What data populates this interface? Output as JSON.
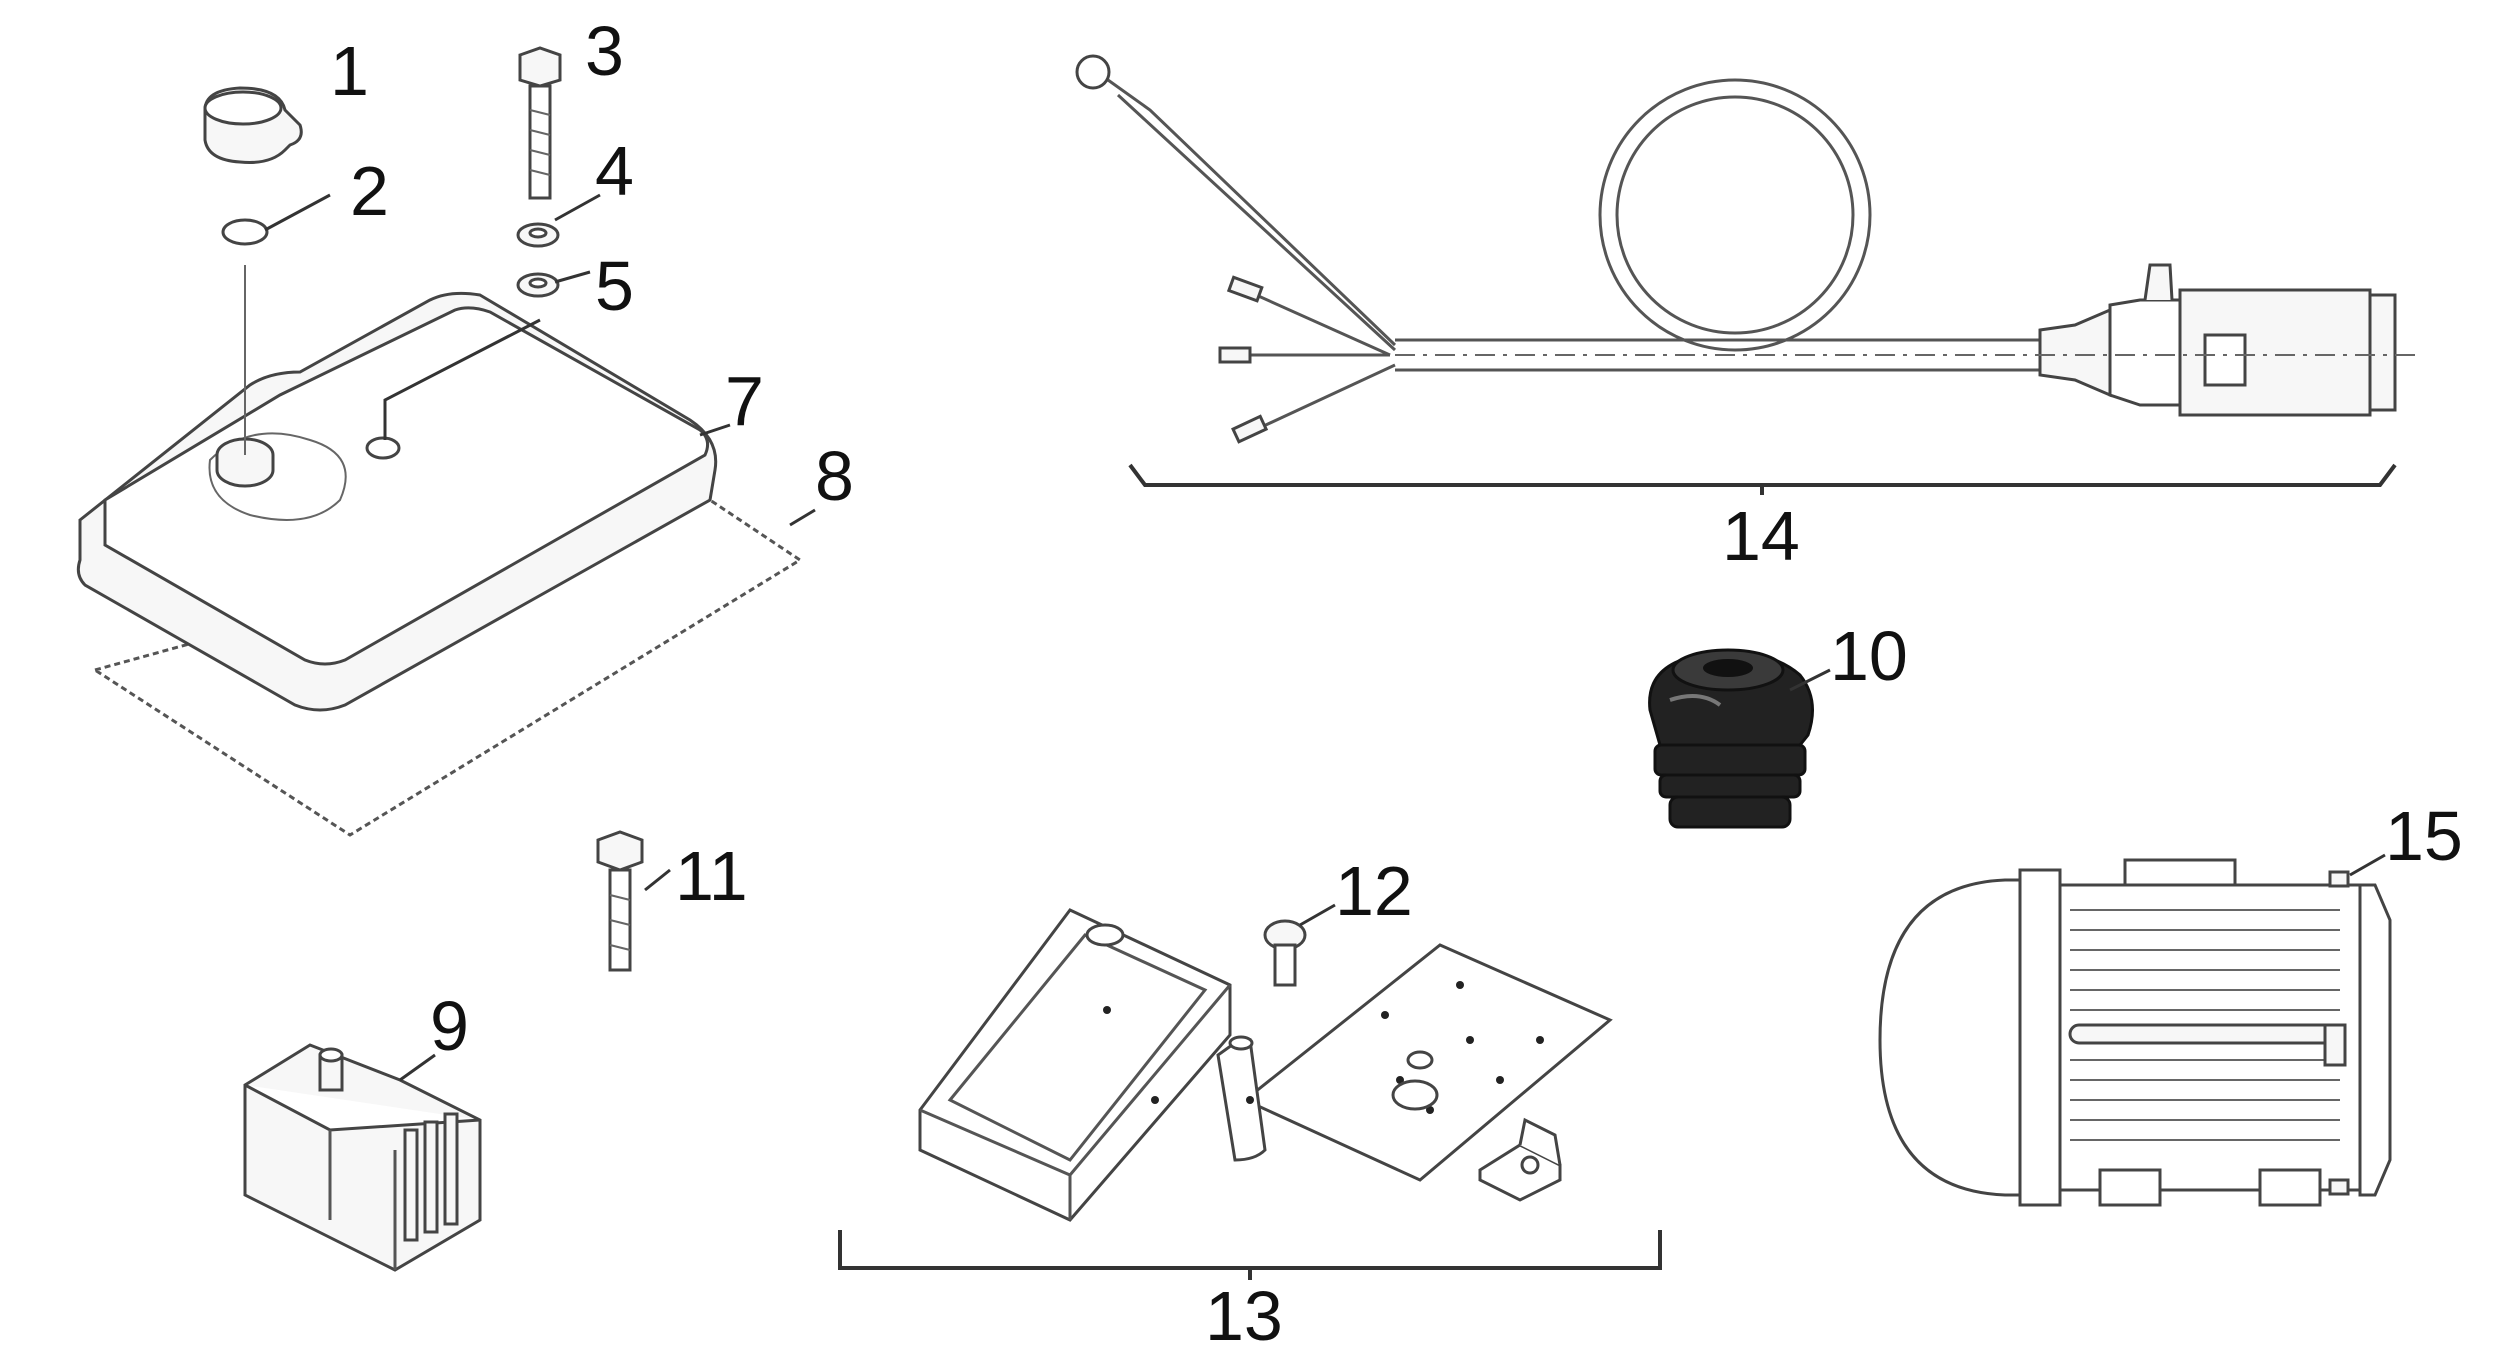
{
  "diagram": {
    "callouts": {
      "c1": "1",
      "c2": "2",
      "c3": "3",
      "c4": "4",
      "c5": "5",
      "c7": "7",
      "c8": "8",
      "c9": "9",
      "c10": "10",
      "c11": "11",
      "c12": "12",
      "c13": "13",
      "c14": "14",
      "c15": "15"
    },
    "colors": {
      "line": "#444444",
      "gland": "#222222",
      "text": "#111111"
    }
  }
}
